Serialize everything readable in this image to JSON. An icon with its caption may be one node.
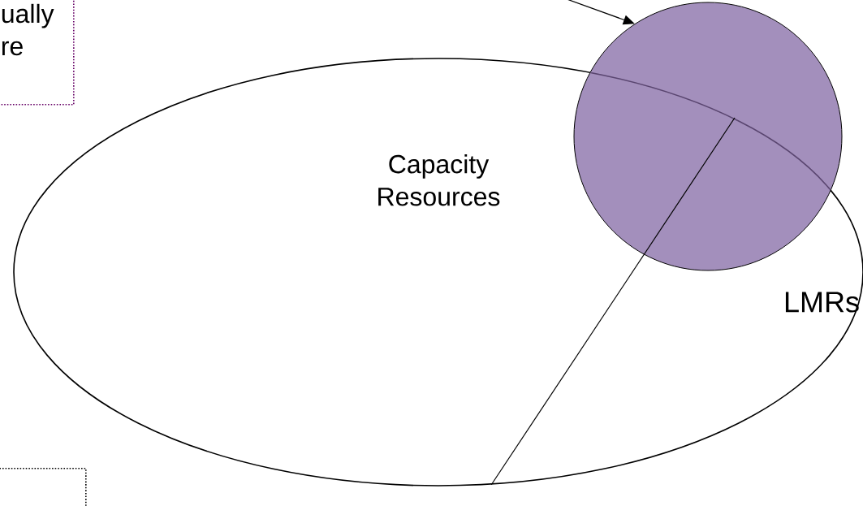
{
  "diagram": {
    "nodes": [
      {
        "text": [
          "ually re"
        ]
      },
      {
        "text": [
          "Capacity Resources"
        ]
      },
      {
        "text": [],
        "shape": "circle"
      },
      {
        "text": [
          "LMRs"
        ],
        "in": 1
      },
      {
        "text": [],
        "shape": "box"
      }
    ],
    "edges": [
      {
        "from": null,
        "to": 2,
        "arrow": "to"
      },
      {
        "from": 2,
        "to": 1,
        "arrow": "none"
      }
    ]
  }
}
